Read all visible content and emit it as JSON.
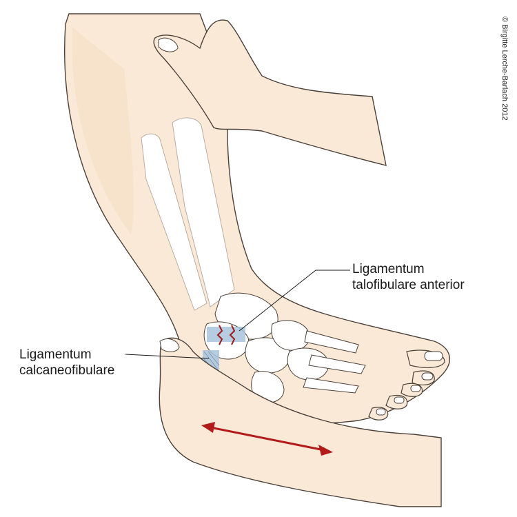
{
  "labels": {
    "talofibulare_line1": "Ligamentum",
    "talofibulare_line2": "talofibulare anterior",
    "calcaneofibulare_line1": "Ligamentum",
    "calcaneofibulare_line2": "calcaneofibulare"
  },
  "copyright": "© Birgitte Lerche-Barlach 2012",
  "colors": {
    "skin": "#fae9d7",
    "skin_shade": "#f3d9bf",
    "outline": "#4a4038",
    "bone": "#ffffff",
    "ligament": "#a9c3dc",
    "tear": "#9b1b1b",
    "arrow": "#b31b1b"
  },
  "icons": {
    "arrow": "double-headed-arrow",
    "ligament_tear": "torn-ligament-mark"
  }
}
